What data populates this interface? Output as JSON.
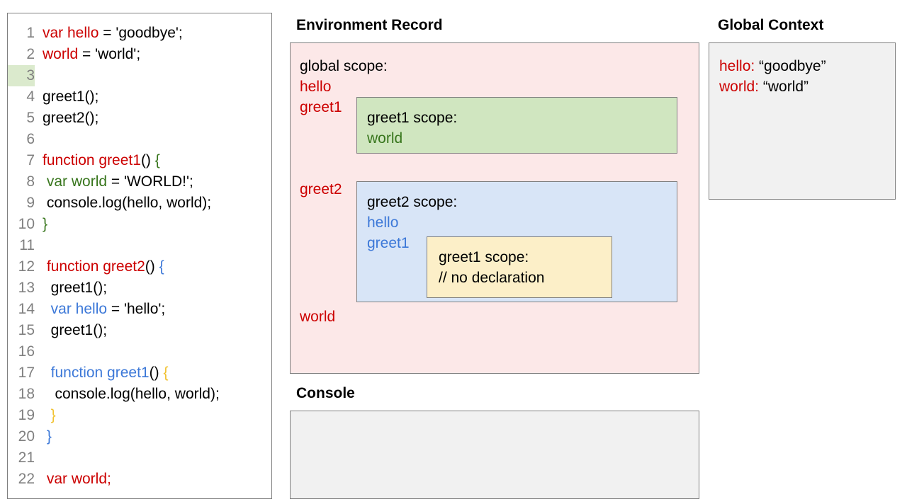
{
  "editor": {
    "name": "code-editor",
    "highlighted_line": 3,
    "lines": [
      {
        "num": "1",
        "segments": [
          {
            "t": "var hello",
            "c": "red"
          },
          {
            "t": " = 'goodbye';",
            "c": "black"
          }
        ]
      },
      {
        "num": "2",
        "segments": [
          {
            "t": "world",
            "c": "red"
          },
          {
            "t": " = 'world';",
            "c": "black"
          }
        ]
      },
      {
        "num": "3",
        "segments": []
      },
      {
        "num": "4",
        "segments": [
          {
            "t": "greet1();",
            "c": "black"
          }
        ]
      },
      {
        "num": "5",
        "segments": [
          {
            "t": "greet2();",
            "c": "black"
          }
        ]
      },
      {
        "num": "6",
        "segments": []
      },
      {
        "num": "7",
        "segments": [
          {
            "t": "function greet1",
            "c": "red"
          },
          {
            "t": "() ",
            "c": "black"
          },
          {
            "t": "{",
            "c": "green"
          }
        ]
      },
      {
        "num": "8",
        "segments": [
          {
            "t": " ",
            "c": "black"
          },
          {
            "t": "var world",
            "c": "green"
          },
          {
            "t": " = 'WORLD!';",
            "c": "black"
          }
        ]
      },
      {
        "num": "9",
        "segments": [
          {
            "t": " console.log(hello, world);",
            "c": "black"
          }
        ]
      },
      {
        "num": "10",
        "segments": [
          {
            "t": "}",
            "c": "green"
          }
        ]
      },
      {
        "num": "11",
        "segments": []
      },
      {
        "num": "12",
        "segments": [
          {
            "t": " function greet2",
            "c": "red"
          },
          {
            "t": "() ",
            "c": "black"
          },
          {
            "t": "{",
            "c": "blue"
          }
        ]
      },
      {
        "num": "13",
        "segments": [
          {
            "t": "  greet1();",
            "c": "black"
          }
        ]
      },
      {
        "num": "14",
        "segments": [
          {
            "t": "  ",
            "c": "black"
          },
          {
            "t": "var hello",
            "c": "blue"
          },
          {
            "t": " = 'hello';",
            "c": "black"
          }
        ]
      },
      {
        "num": "15",
        "segments": [
          {
            "t": "  greet1();",
            "c": "black"
          }
        ]
      },
      {
        "num": "16",
        "segments": []
      },
      {
        "num": "17",
        "segments": [
          {
            "t": "  ",
            "c": "black"
          },
          {
            "t": "function greet1",
            "c": "blue"
          },
          {
            "t": "() ",
            "c": "black"
          },
          {
            "t": "{",
            "c": "yellow"
          }
        ]
      },
      {
        "num": "18",
        "segments": [
          {
            "t": "   console.log(hello, world);",
            "c": "black"
          }
        ]
      },
      {
        "num": "19",
        "segments": [
          {
            "t": "  ",
            "c": "black"
          },
          {
            "t": "}",
            "c": "yellow"
          }
        ]
      },
      {
        "num": "20",
        "segments": [
          {
            "t": " ",
            "c": "black"
          },
          {
            "t": "}",
            "c": "blue"
          }
        ]
      },
      {
        "num": "21",
        "segments": []
      },
      {
        "num": "22",
        "segments": [
          {
            "t": " var world;",
            "c": "red"
          }
        ]
      }
    ]
  },
  "environment_record": {
    "title": "Environment Record",
    "global_scope": {
      "header": "global scope:",
      "bindings": [
        "hello",
        "greet1",
        "greet2",
        "world"
      ]
    },
    "greet1_scope": {
      "header": "greet1 scope:",
      "bindings": [
        "world"
      ]
    },
    "greet2_scope": {
      "header": "greet2 scope:",
      "bindings": [
        "hello",
        "greet1"
      ]
    },
    "greet1_nested_scope": {
      "header": "greet1 scope:",
      "note": "// no declaration"
    }
  },
  "global_context": {
    "title": "Global Context",
    "entries": [
      {
        "key": "hello:",
        "value": "“goodbye”"
      },
      {
        "key": "world:",
        "value": "“world”"
      }
    ]
  },
  "console": {
    "title": "Console",
    "output": ""
  },
  "colors": {
    "red": "#cc0000",
    "green": "#38761d",
    "blue": "#3c78d8",
    "yellow": "#f1c232",
    "env_record_bg": "#fce8e8",
    "greet1_scope_bg": "#d0e6c0",
    "greet2_scope_bg": "#d8e5f7",
    "greet1_nested_bg": "#fcefc8",
    "panel_bg": "#f1f1f1",
    "border": "#7f7f7f",
    "line_highlight": "#dbeacd"
  }
}
